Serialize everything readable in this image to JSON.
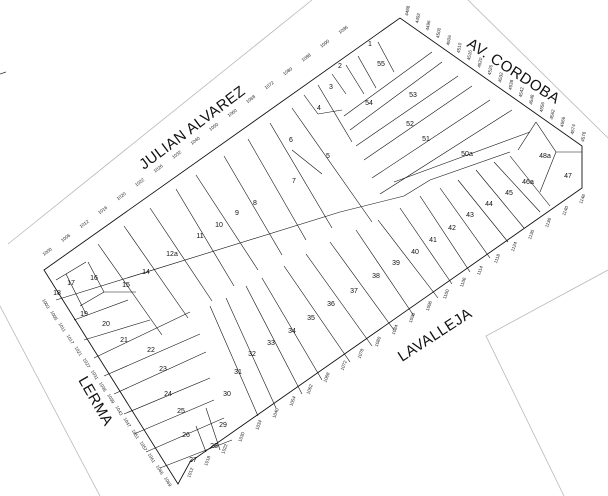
{
  "streets": {
    "julian_alvarez": "JULIAN ALVAREZ",
    "av_cordoba": "AV. CORDOBA",
    "lavalleja": "LAVALLEJA",
    "lerma": "LERMA"
  },
  "lots": {
    "l1": "1",
    "l2": "2",
    "l3": "3",
    "l4": "4",
    "l5": "5",
    "l6": "6",
    "l7": "7",
    "l8": "8",
    "l9": "9",
    "l10": "10",
    "l11": "11",
    "l12a": "12a",
    "l14": "14",
    "l15": "15",
    "l16": "16",
    "l17": "17",
    "l18": "18",
    "l19": "19",
    "l20": "20",
    "l21": "21",
    "l22": "22",
    "l23": "23",
    "l24": "24",
    "l25": "25",
    "l26": "26",
    "l27": "27",
    "l28": "28",
    "l29": "29",
    "l30": "30",
    "l31": "31",
    "l32": "32",
    "l33": "33",
    "l34": "34",
    "l35": "35",
    "l36": "36",
    "l37": "37",
    "l38": "38",
    "l39": "39",
    "l40": "40",
    "l41": "41",
    "l42": "42",
    "l43": "43",
    "l44": "44",
    "l45": "45",
    "l46a": "46a",
    "l47": "47",
    "l48a": "48a",
    "l50a": "50a",
    "l51": "51",
    "l52": "52",
    "l53": "53",
    "l54": "54",
    "l55": "55"
  },
  "door_numbers": {
    "julian_alvarez": [
      "1000",
      "1006",
      "1012",
      "1016",
      "1020",
      "1022",
      "1026",
      "1032",
      "1040",
      "1050",
      "1060",
      "1068",
      "1072",
      "1080",
      "1088",
      "1090",
      "1096"
    ],
    "lerma": [
      "1003",
      "1005",
      "1011",
      "1017",
      "1021",
      "1027",
      "1031",
      "1035",
      "1039",
      "1043",
      "1047",
      "1051",
      "1057",
      "1061",
      "1065",
      "1069"
    ],
    "lavalleja": [
      "1012",
      "1018",
      "1022",
      "1030",
      "1034",
      "1040",
      "1054",
      "1062",
      "1068",
      "1072",
      "1078",
      "1080",
      "1084",
      "1090",
      "1096",
      "1100",
      "1106",
      "1114",
      "1118",
      "1124",
      "1130",
      "1136",
      "1140",
      "1146"
    ],
    "cordoba": [
      "4488",
      "4492",
      "4496",
      "4500",
      "4506",
      "4510",
      "4516",
      "4520",
      "4526",
      "4532",
      "4538",
      "4542",
      "4548",
      "4556",
      "4562",
      "4566",
      "4574",
      "4578"
    ]
  }
}
